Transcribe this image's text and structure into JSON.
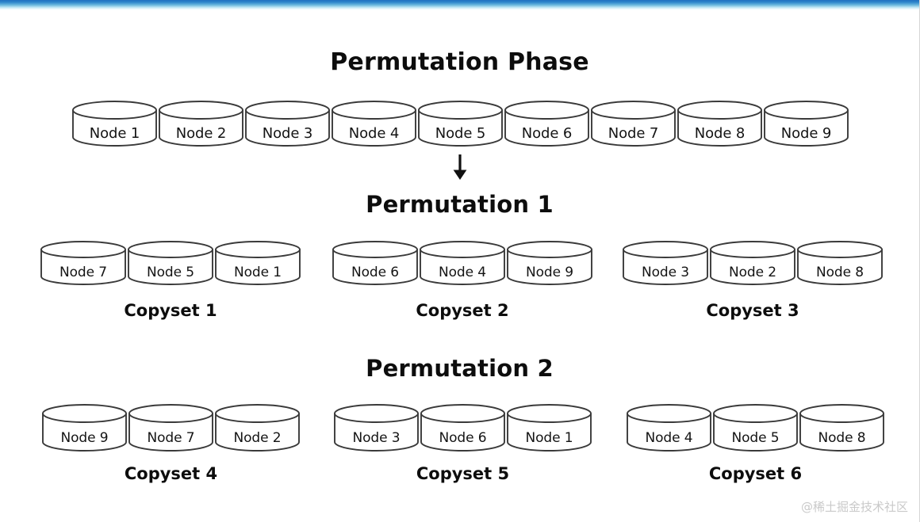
{
  "diagram": {
    "title": "Permutation Phase",
    "arrow_icon": "arrow-down-icon",
    "watermark": "@稀土掘金技术社区",
    "accent_color": "#2f86cc",
    "node_stroke_color": "#3a3a3a",
    "node_fill_color": "#ffffff",
    "text_color": "#0d0d0d"
  },
  "node_pool": {
    "label": "Permutation Phase",
    "nodes": [
      {
        "label": "Node 1"
      },
      {
        "label": "Node 2"
      },
      {
        "label": "Node 3"
      },
      {
        "label": "Node 4"
      },
      {
        "label": "Node 5"
      },
      {
        "label": "Node 6"
      },
      {
        "label": "Node 7"
      },
      {
        "label": "Node 8"
      },
      {
        "label": "Node 9"
      }
    ]
  },
  "permutations": [
    {
      "title": "Permutation 1",
      "copysets": [
        {
          "label": "Copyset 1",
          "nodes": [
            {
              "label": "Node 7"
            },
            {
              "label": "Node 5"
            },
            {
              "label": "Node 1"
            }
          ]
        },
        {
          "label": "Copyset 2",
          "nodes": [
            {
              "label": "Node 6"
            },
            {
              "label": "Node 4"
            },
            {
              "label": "Node 9"
            }
          ]
        },
        {
          "label": "Copyset 3",
          "nodes": [
            {
              "label": "Node 3"
            },
            {
              "label": "Node 2"
            },
            {
              "label": "Node 8"
            }
          ]
        }
      ]
    },
    {
      "title": "Permutation 2",
      "copysets": [
        {
          "label": "Copyset 4",
          "nodes": [
            {
              "label": "Node 9"
            },
            {
              "label": "Node 7"
            },
            {
              "label": "Node 2"
            }
          ]
        },
        {
          "label": "Copyset 5",
          "nodes": [
            {
              "label": "Node 3"
            },
            {
              "label": "Node 6"
            },
            {
              "label": "Node 1"
            }
          ]
        },
        {
          "label": "Copyset 6",
          "nodes": [
            {
              "label": "Node 4"
            },
            {
              "label": "Node 5"
            },
            {
              "label": "Node 8"
            }
          ]
        }
      ]
    }
  ]
}
